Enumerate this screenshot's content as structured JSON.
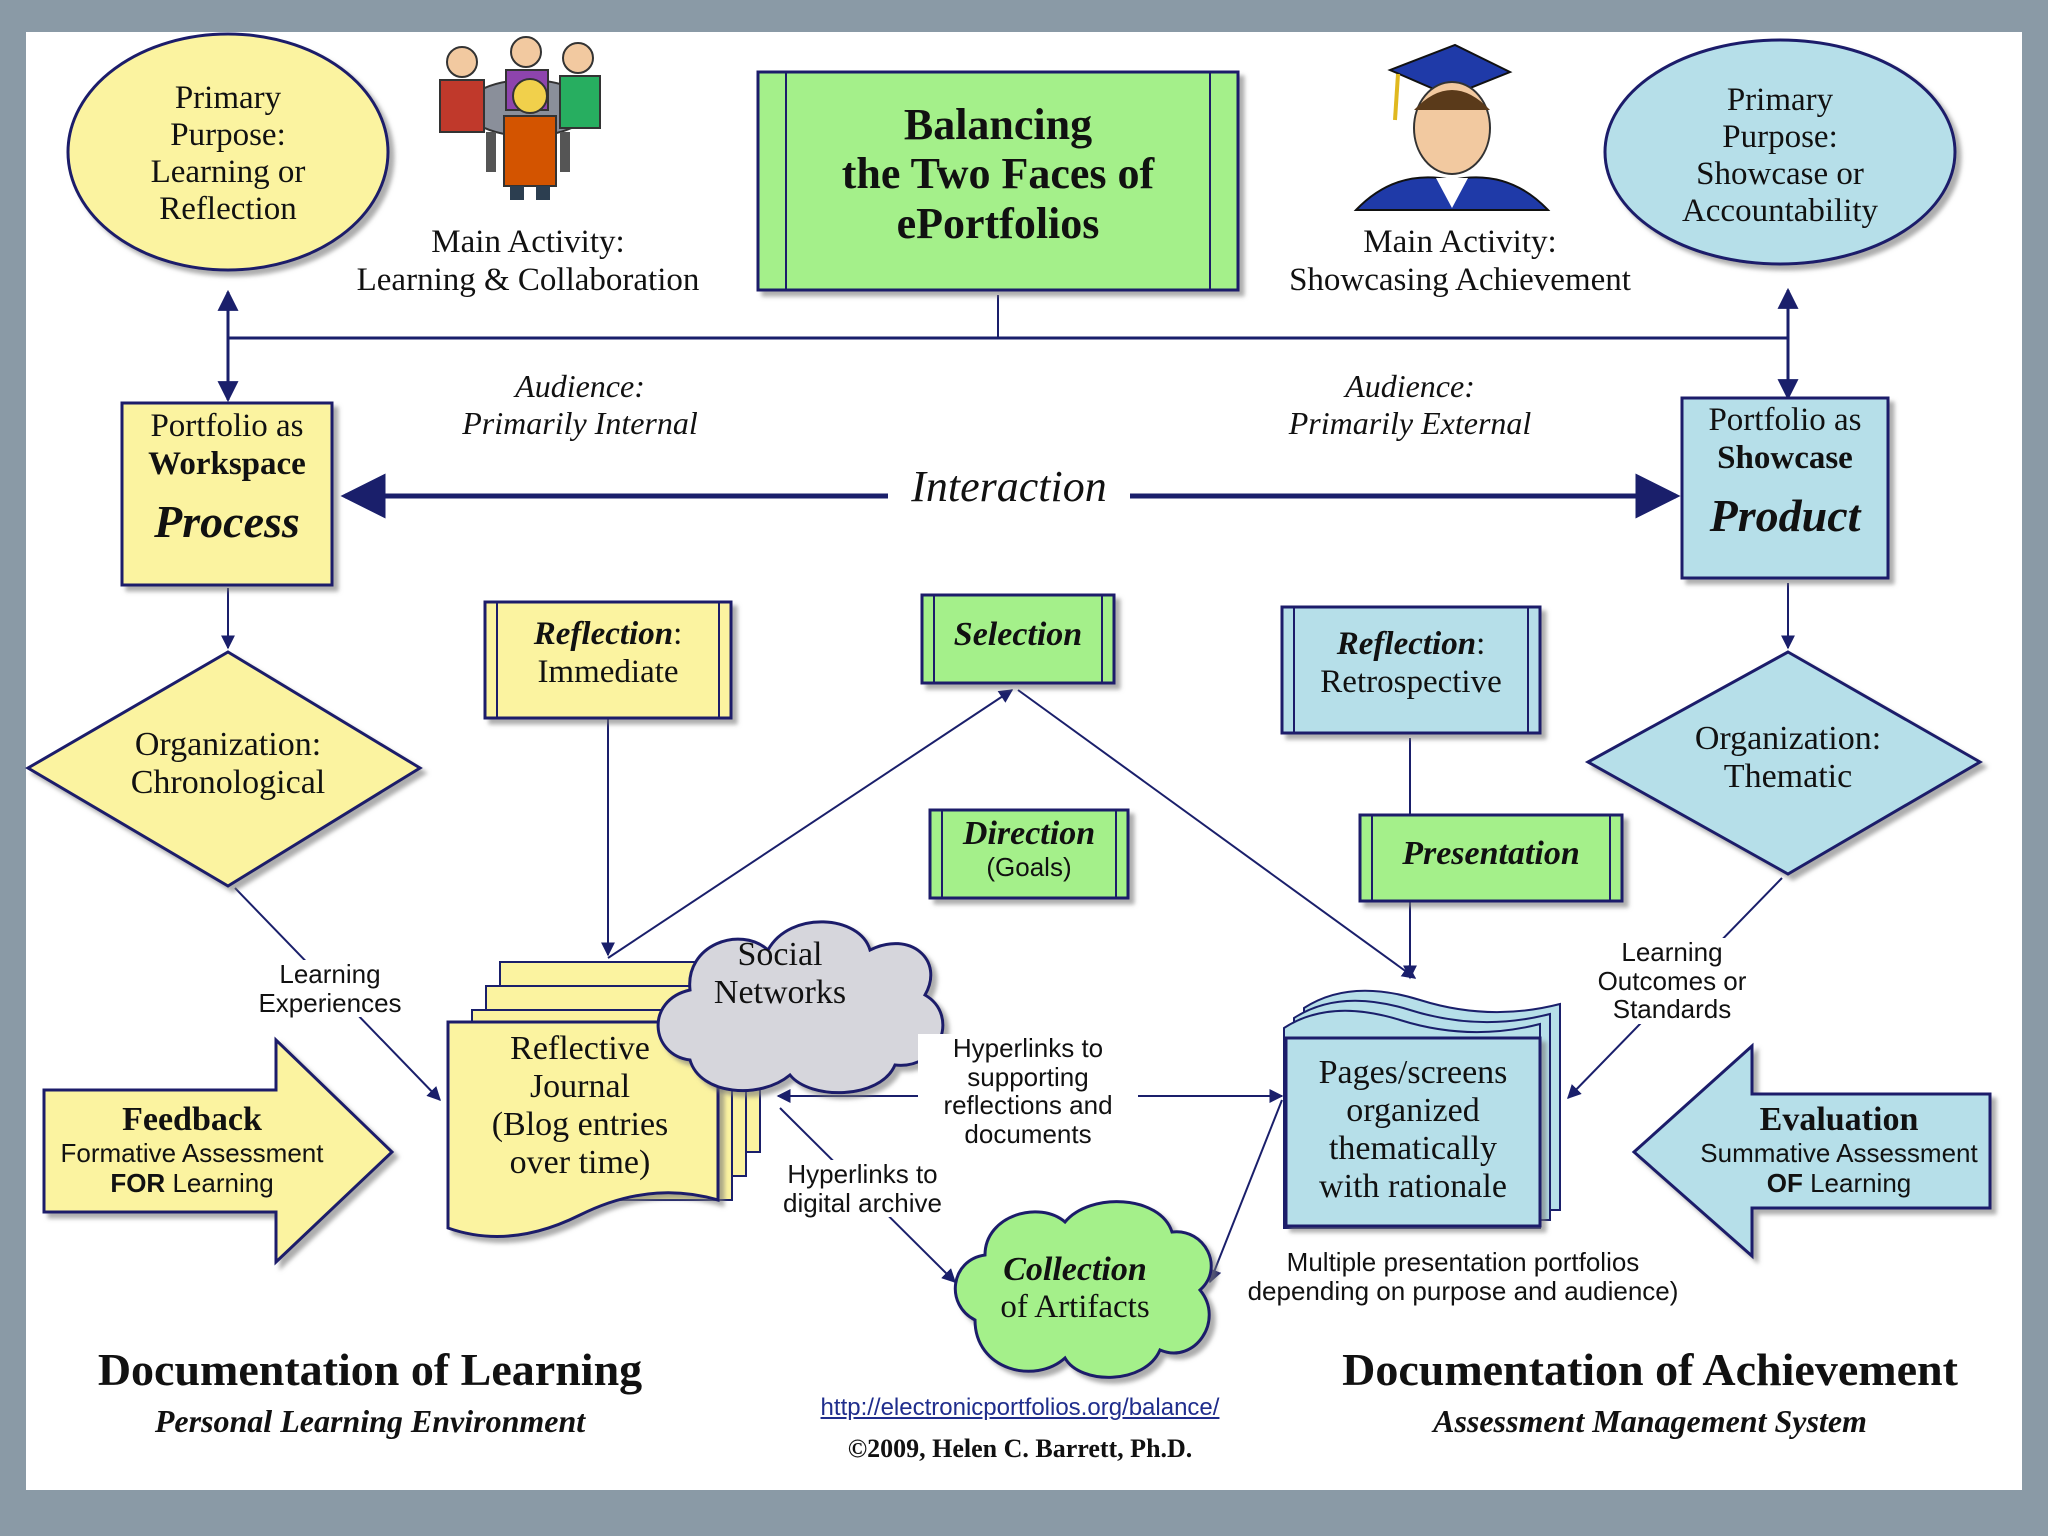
{
  "title": {
    "line1": "Balancing",
    "line2": "the Two Faces of",
    "line3": "ePortfolios"
  },
  "left": {
    "purpose": [
      "Primary",
      "Purpose:",
      "Learning or",
      "Reflection"
    ],
    "activity": [
      "Main Activity:",
      "Learning & Collaboration"
    ],
    "audience": [
      "Audience:",
      "Primarily Internal"
    ],
    "box_line1": "Portfolio as",
    "box_line2": "Workspace",
    "box_big": "Process",
    "organization": [
      "Organization:",
      "Chronological"
    ],
    "experiences": [
      "Learning",
      "Experiences"
    ],
    "feedback": {
      "head": "Feedback",
      "sub": "Formative Assessment",
      "for_bold": "FOR",
      "for_rest": "Learning"
    },
    "doc_title": "Documentation of Learning",
    "doc_sub": "Personal Learning Environment"
  },
  "right": {
    "purpose": [
      "Primary",
      "Purpose:",
      "Showcase or",
      "Accountability"
    ],
    "activity": [
      "Main Activity:",
      "Showcasing Achievement"
    ],
    "audience": [
      "Audience:",
      "Primarily External"
    ],
    "box_line1": "Portfolio as",
    "box_line2": "Showcase",
    "box_big": "Product",
    "organization": [
      "Organization:",
      "Thematic"
    ],
    "outcomes": [
      "Learning",
      "Outcomes or",
      "Standards"
    ],
    "evaluation": {
      "head": "Evaluation",
      "sub": "Summative Assessment",
      "of_bold": "OF",
      "of_rest": "Learning"
    },
    "doc_title": "Documentation of Achievement",
    "doc_sub": "Assessment Management System"
  },
  "interaction": "Interaction",
  "reflection_immediate": {
    "bold": "Reflection",
    "colon": ":",
    "sub": "Immediate"
  },
  "reflection_retro": {
    "bold": "Reflection",
    "colon": ":",
    "sub": "Retrospective"
  },
  "selection": "Selection",
  "direction": {
    "head": "Direction",
    "sub": "(Goals)"
  },
  "presentation": "Presentation",
  "social_networks": [
    "Social",
    "Networks"
  ],
  "journal": [
    "Reflective",
    "Journal",
    "(Blog entries",
    "over time)"
  ],
  "hyperlinks_support": [
    "Hyperlinks to",
    "supporting",
    "reflections and",
    "documents"
  ],
  "hyperlinks_archive": [
    "Hyperlinks to",
    "digital archive"
  ],
  "pages": [
    "Pages/screens",
    "organized",
    "thematically",
    "with rationale"
  ],
  "multiple": [
    "Multiple presentation portfolios",
    "depending on purpose and audience)"
  ],
  "collection": {
    "bold": "Collection",
    "sub": "of Artifacts"
  },
  "url": "http://electronicportfolios.org/balance/",
  "copyright": "©2009, Helen C. Barrett, Ph.D.",
  "colors": {
    "yellow": "#fbf3a0",
    "blue": "#b6dfe9",
    "green": "#a4f08a",
    "cloud_grey": "#d6d6dc",
    "navy": "#1a1f6b"
  }
}
